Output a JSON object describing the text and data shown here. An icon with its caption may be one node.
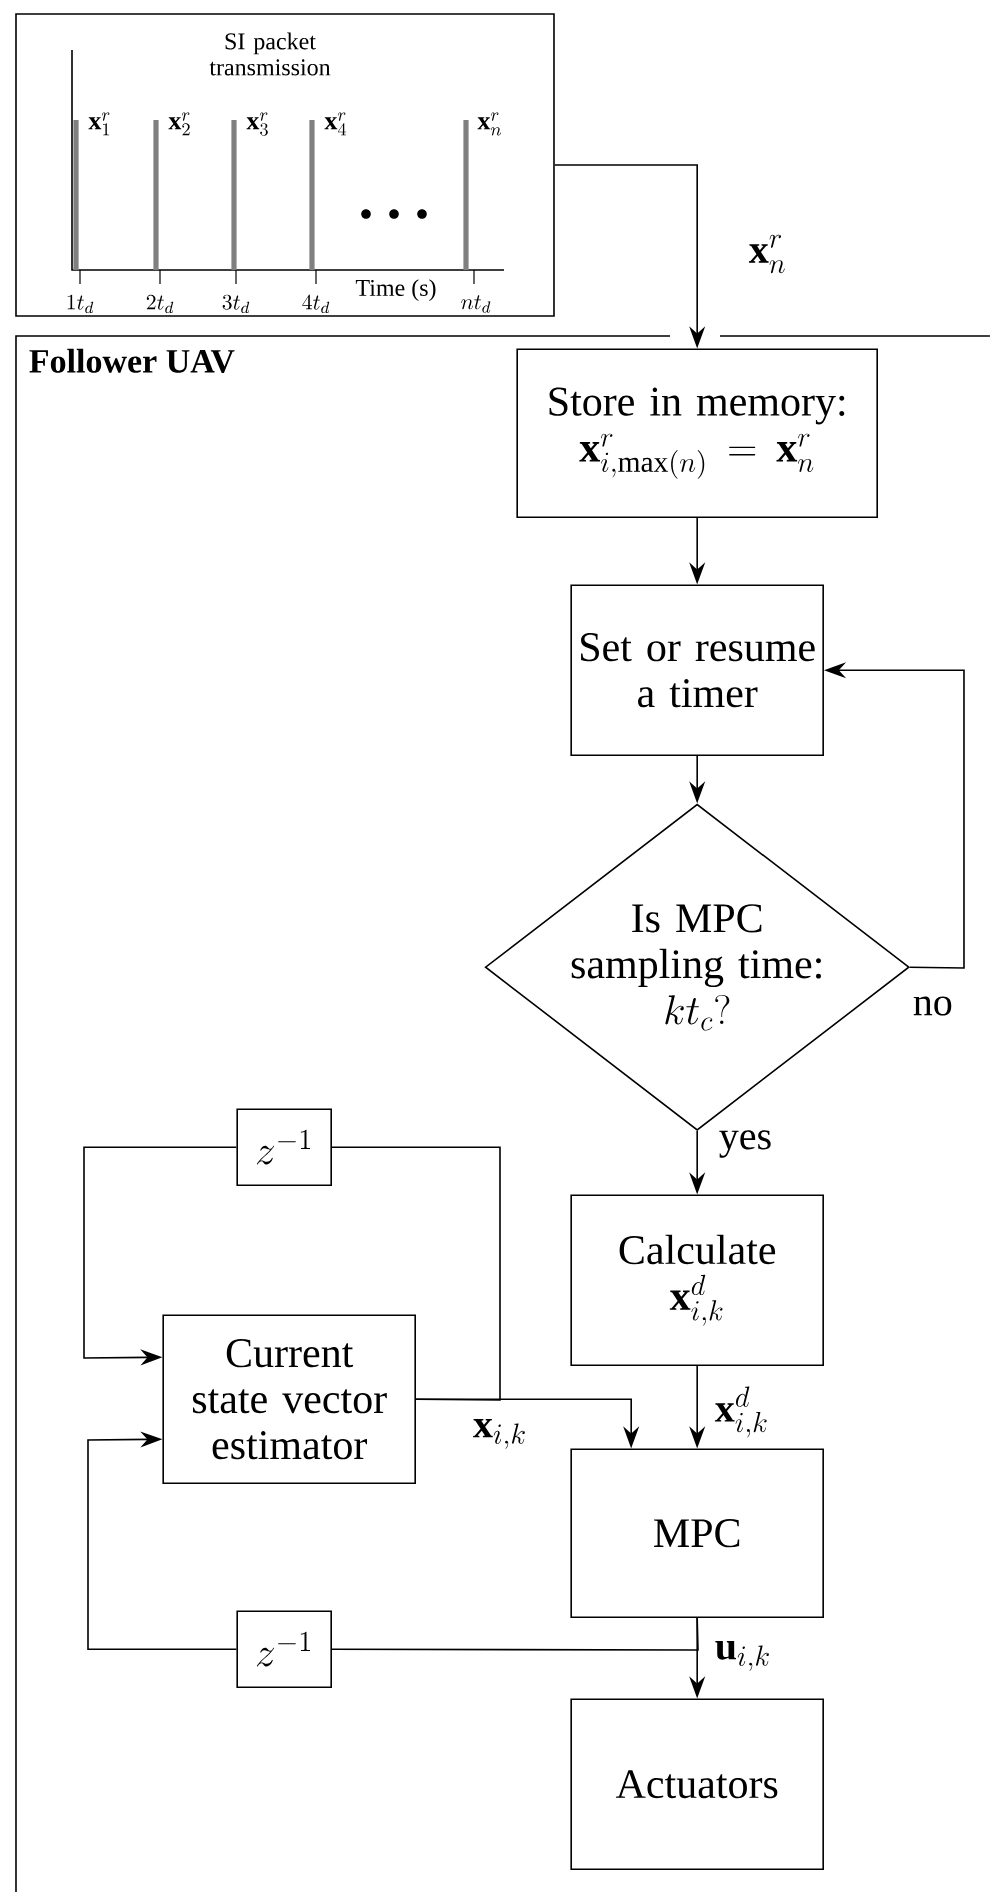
{
  "diagram": {
    "nodes": [
      {
        "text": [
          "SI packet transmission"
        ]
      },
      {
        "text": [
          "Follower UAV"
        ]
      },
      {
        "text": [
          "Store in memory:",
          "\\mathbf{x}^r_{i,\\max(n)} = \\mathbf{x}^r_n"
        ],
        "in": 1
      },
      {
        "text": [
          "Set or resume a timer"
        ],
        "in": 1
      },
      {
        "text": [
          "Is MPC sampling time:",
          "kt_c?"
        ],
        "in": 1
      },
      {
        "text": [
          "Calculate",
          "\\mathbf{x}^d_{i,k}"
        ],
        "in": 1
      },
      {
        "text": [
          "z^{-1}"
        ],
        "in": 1
      },
      {
        "text": [
          "Current state vector estimator"
        ],
        "in": 1
      },
      {
        "text": [
          "MPC"
        ],
        "in": 1
      },
      {
        "text": [
          "z^{-1}"
        ],
        "in": 1
      },
      {
        "text": [
          "Actuators"
        ],
        "in": 1
      }
    ],
    "edges": [
      {
        "from": 0,
        "to": 2,
        "arrow": "to",
        "label": "\\mathbf{x}_n^r"
      },
      {
        "from": 2,
        "to": 3,
        "arrow": "to"
      },
      {
        "from": 3,
        "to": 4,
        "arrow": "to"
      },
      {
        "from": 4,
        "to": 3,
        "arrow": "to",
        "label": "no"
      },
      {
        "from": 4,
        "to": 5,
        "arrow": "to",
        "label": "yes"
      },
      {
        "from": 5,
        "to": 8,
        "arrow": "to",
        "label": "\\mathbf{x}^d_{i,k}"
      },
      {
        "from": 7,
        "to": 8,
        "arrow": "to",
        "label": "\\mathbf{x}_{i,k}"
      },
      {
        "from": 7,
        "to": 6,
        "arrow": "none"
      },
      {
        "from": 6,
        "to": 7,
        "arrow": "to"
      },
      {
        "from": 8,
        "to": 10,
        "arrow": "to",
        "label": "\\mathbf{u}_{i,k}"
      },
      {
        "from": 8,
        "to": 9,
        "arrow": "none"
      },
      {
        "from": 9,
        "to": 7,
        "arrow": "to"
      }
    ],
    "labels": [
      "\\mathbf{x}_1^r",
      "\\mathbf{x}_2^r",
      "\\mathbf{x}_3^r",
      "\\mathbf{x}_4^r",
      "\\mathbf{x}_n^r",
      "Time (s)",
      "1t_d",
      "2t_d",
      "3t_d",
      "4t_d",
      "nt_d"
    ]
  }
}
